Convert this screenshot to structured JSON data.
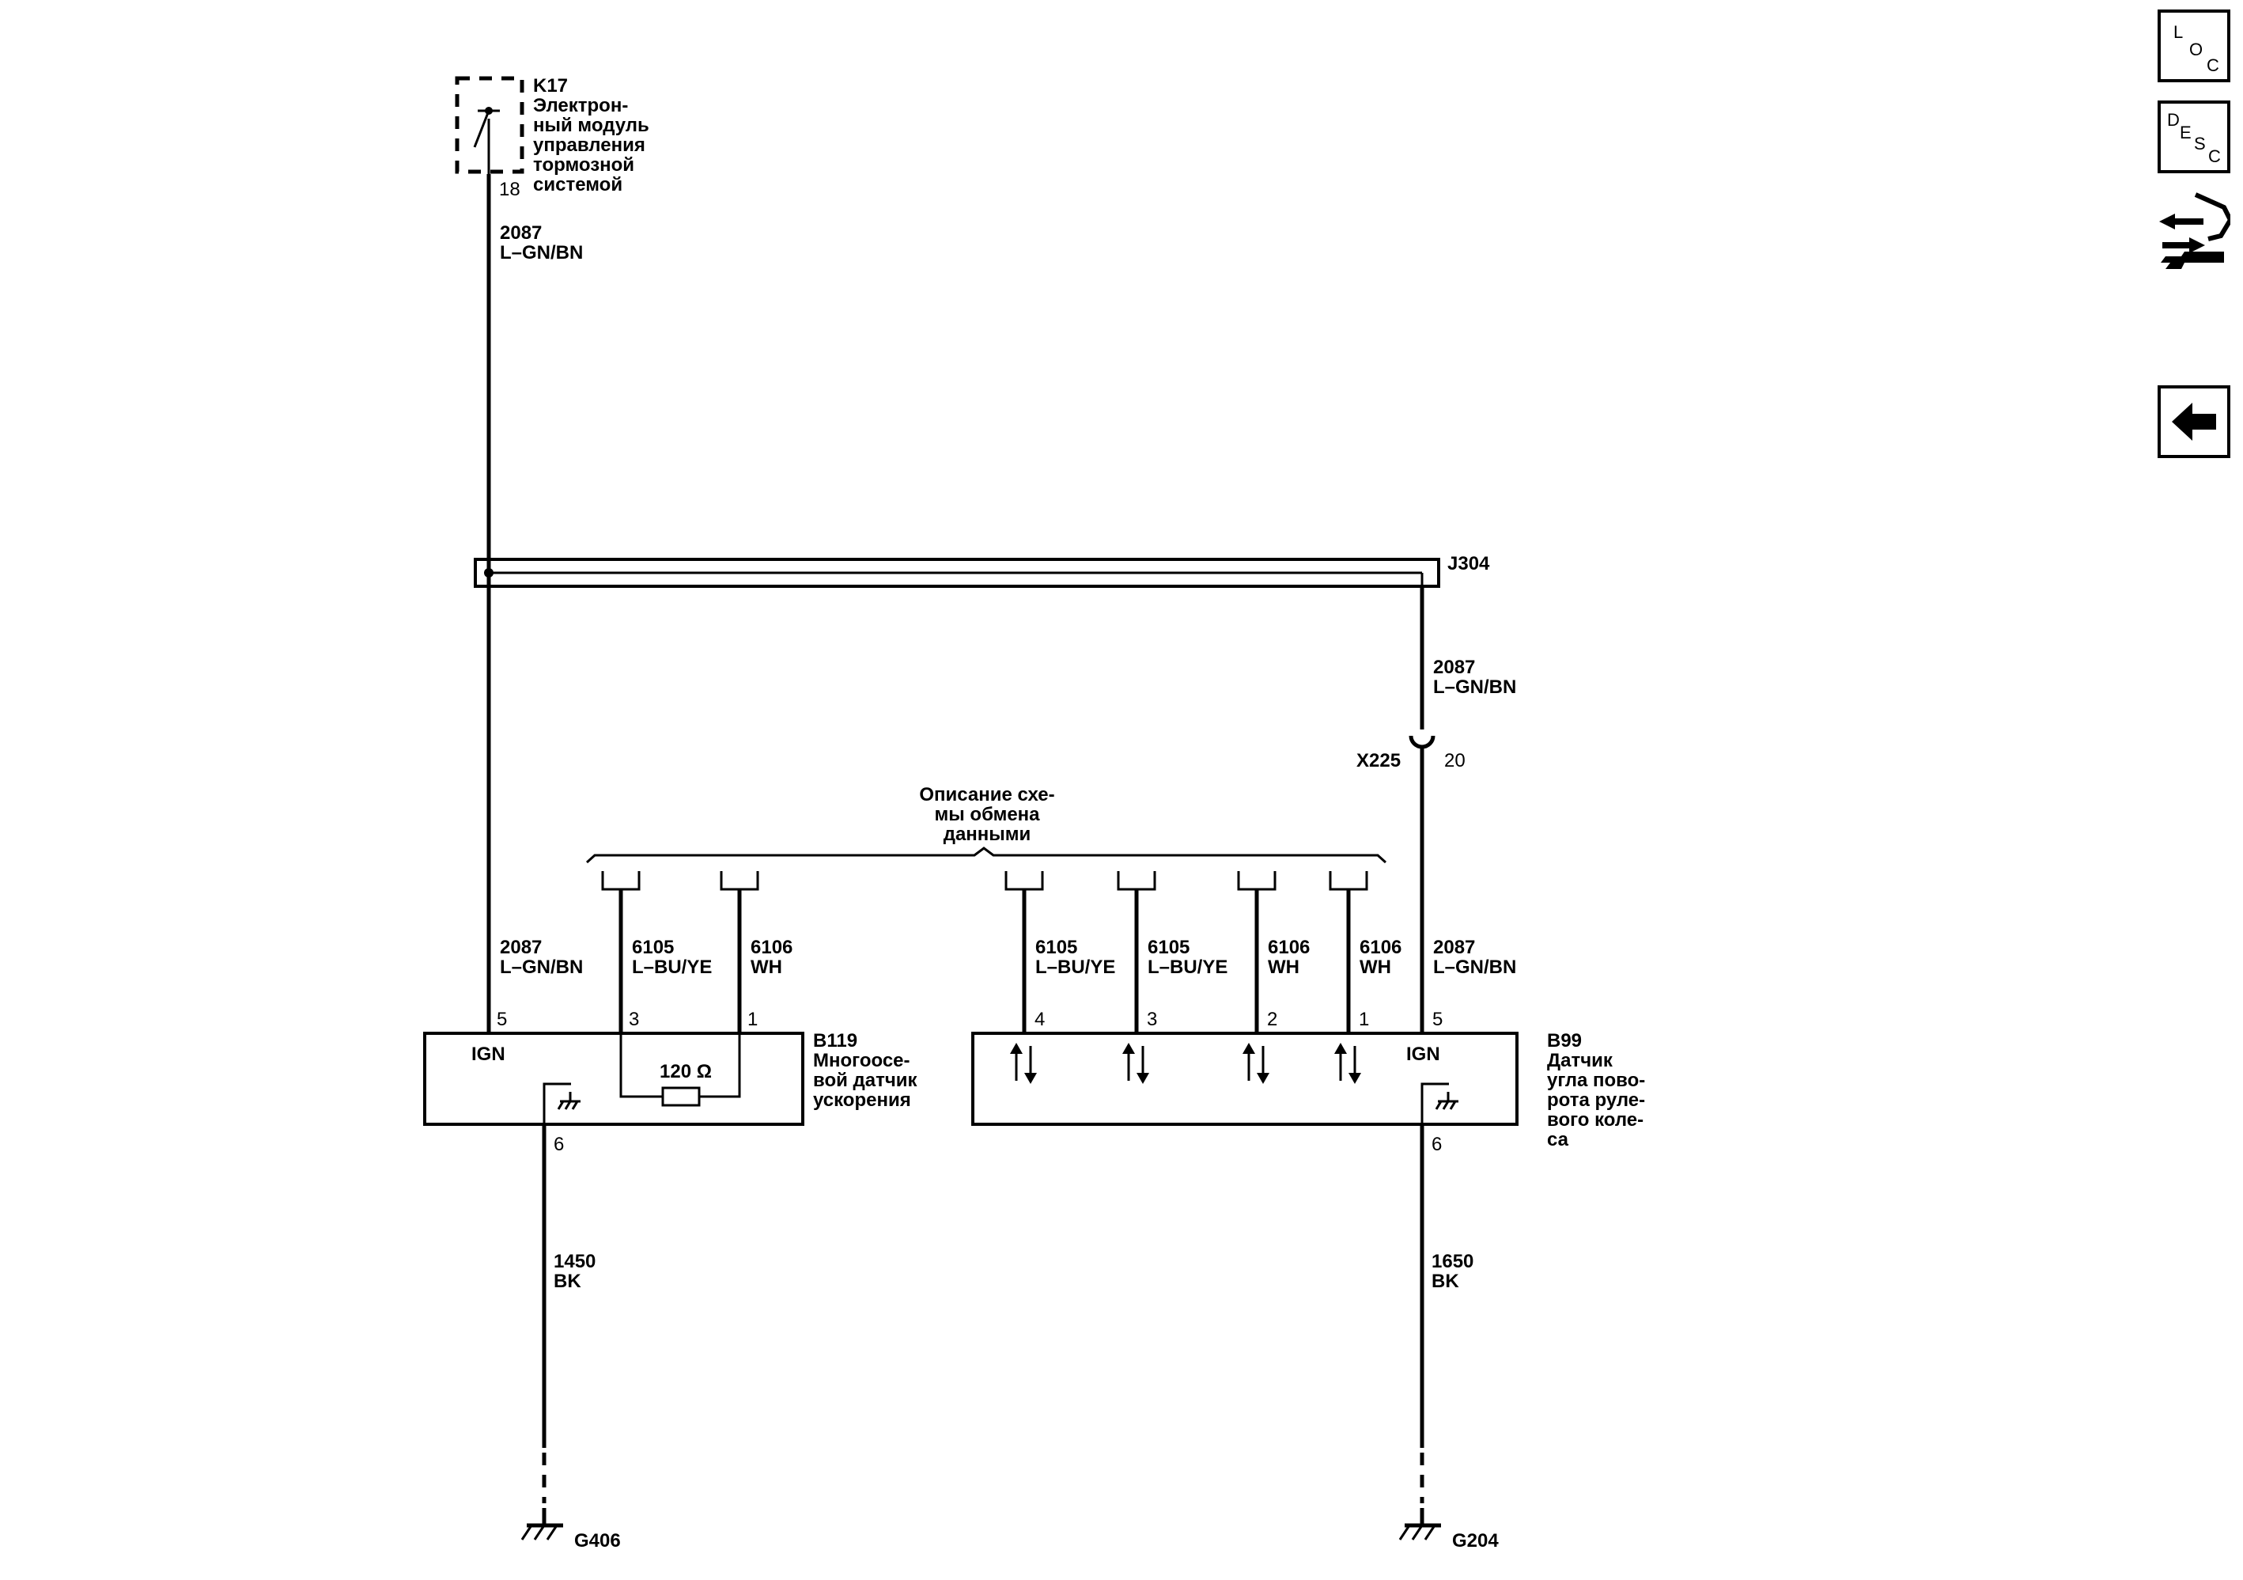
{
  "modules": {
    "k17": {
      "id": "K17",
      "lines": [
        "Электрон-",
        "ный модуль",
        "управления",
        "тормозной",
        "системой"
      ],
      "pin": "18"
    },
    "b119": {
      "id": "B119",
      "lines": [
        "Многоосе-",
        "вой датчик",
        "ускорения"
      ],
      "ign": "IGN",
      "resistor": "120 Ω",
      "pins": {
        "p5": "5",
        "p3": "3",
        "p1": "1",
        "p6": "6"
      }
    },
    "b99": {
      "id": "B99",
      "lines": [
        "Датчик",
        "угла пово-",
        "рота руле-",
        "вого коле-",
        "са"
      ],
      "ign": "IGN",
      "pins": {
        "p4": "4",
        "p3": "3",
        "p2": "2",
        "p1": "1",
        "p5": "5",
        "p6": "6"
      }
    },
    "j304": {
      "id": "J304"
    },
    "x225": {
      "id": "X225",
      "pin": "20"
    },
    "g406": {
      "id": "G406"
    },
    "g204": {
      "id": "G204"
    }
  },
  "wires": {
    "k17_out": {
      "num": "2087",
      "color": "L–GN/BN"
    },
    "j304_out": {
      "num": "2087",
      "color": "L–GN/BN"
    },
    "b119_w5": {
      "num": "2087",
      "color": "L–GN/BN"
    },
    "b119_w3": {
      "num": "6105",
      "color": "L–BU/YE"
    },
    "b119_w1": {
      "num": "6106",
      "color": "WH"
    },
    "b99_w4": {
      "num": "6105",
      "color": "L–BU/YE"
    },
    "b99_w3": {
      "num": "6105",
      "color": "L–BU/YE"
    },
    "b99_w2": {
      "num": "6106",
      "color": "WH"
    },
    "b99_w1": {
      "num": "6106",
      "color": "WH"
    },
    "b99_w5": {
      "num": "2087",
      "color": "L–GN/BN"
    },
    "b119_gnd": {
      "num": "1450",
      "color": "BK"
    },
    "b99_gnd": {
      "num": "1650",
      "color": "BK"
    }
  },
  "data_bus": {
    "lines": [
      "Описание схе-",
      "мы обмена",
      "данными"
    ]
  },
  "toolbar": {
    "loc": {
      "chars": [
        "L",
        "O",
        "C"
      ]
    },
    "desc": {
      "chars": [
        "D",
        "E",
        "S",
        "C"
      ]
    },
    "icons": [
      "connector-views-icon",
      "back-arrow-icon"
    ]
  }
}
